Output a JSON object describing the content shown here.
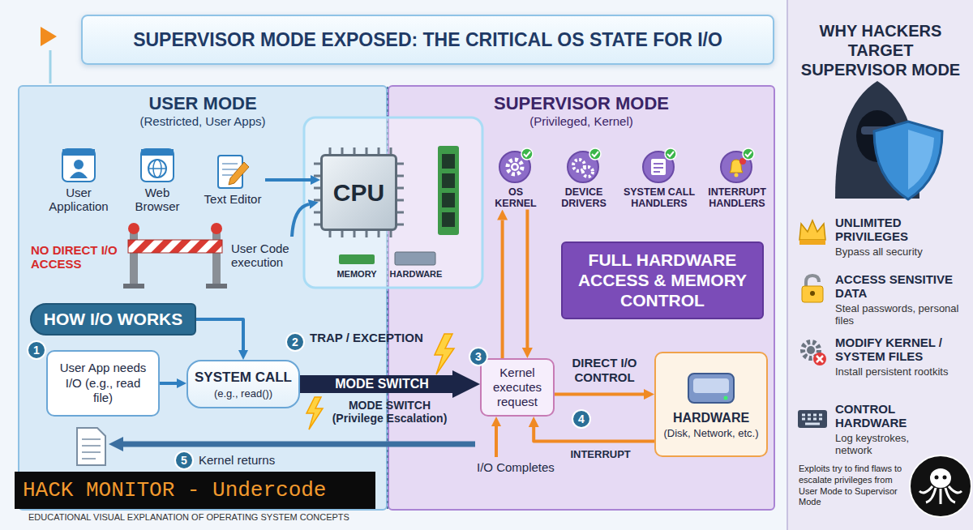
{
  "diagram": {
    "title": "SUPERVISOR MODE EXPOSED: THE CRITICAL OS STATE FOR I/O",
    "caption": "EDUCATIONAL VISUAL EXPLANATION OF OPERATING SYSTEM CONCEPTS",
    "nodes": [
      {
        "text": [
          "USER MODE",
          "(Restricted, User Apps)"
        ]
      },
      {
        "text": [
          "SUPERVISOR MODE",
          "(Privileged, Kernel)"
        ]
      },
      {
        "text": [
          "User Application"
        ],
        "in": 0
      },
      {
        "text": [
          "Web Browser"
        ],
        "in": 0
      },
      {
        "text": [
          "Text Editor"
        ],
        "in": 0
      },
      {
        "text": [
          "CPU"
        ]
      },
      {
        "text": [
          "HOW I/O WORKS"
        ],
        "in": 0
      },
      {
        "text": [
          "User App needs I/O (e.g., read file)"
        ],
        "in": 0
      },
      {
        "text": [
          "SYSTEM CALL",
          "(e.g., read())"
        ],
        "in": 0
      },
      {
        "text": [
          "OS KERNEL"
        ],
        "in": 1
      },
      {
        "text": [
          "DEVICE DRIVERS"
        ],
        "in": 1
      },
      {
        "text": [
          "SYSTEM CALL HANDLERS"
        ],
        "in": 1
      },
      {
        "text": [
          "INTERRUPT HANDLERS"
        ],
        "in": 1
      },
      {
        "text": [
          "FULL HARDWARE ACCESS & MEMORY CONTROL"
        ],
        "in": 1
      },
      {
        "text": [
          "Kernel executes request"
        ],
        "in": 1
      },
      {
        "text": [
          "HARDWARE",
          "(Disk, Network, etc.)"
        ],
        "in": 1
      },
      {
        "text": [
          "WHY HACKERS TARGET SUPERVISOR MODE"
        ]
      },
      {
        "text": [
          "UNLIMITED PRIVILEGES",
          "Bypass all security"
        ],
        "in": 16
      },
      {
        "text": [
          "ACCESS SENSITIVE DATA",
          "Steal passwords, personal files"
        ],
        "in": 16
      },
      {
        "text": [
          "MODIFY KERNEL / SYSTEM FILES",
          "Install persistent rootkits"
        ],
        "in": 16
      },
      {
        "text": [
          "CONTROL HARDWARE",
          "Log keystrokes, network"
        ],
        "in": 16
      }
    ],
    "edges": [
      {
        "from": 4,
        "to": 5,
        "arrow": "to"
      },
      {
        "from": 6,
        "to": 8,
        "arrow": "to"
      },
      {
        "from": 7,
        "to": 8,
        "arrow": "to"
      },
      {
        "from": 8,
        "to": 14,
        "label": "MODE SWITCH",
        "arrow": "to"
      },
      {
        "from": 14,
        "to": 15,
        "label": "DIRECT I/O CONTROL",
        "arrow": "to"
      },
      {
        "from": 15,
        "to": 14,
        "label": "INTERRUPT",
        "arrow": "to"
      },
      {
        "from": 14,
        "to": 9,
        "arrow": "to"
      },
      {
        "from": 9,
        "to": 14,
        "arrow": "to"
      }
    ],
    "labels": [
      "NO DIRECT I/O ACCESS",
      "User Code execution",
      "MEMORY",
      "HARDWARE",
      "1",
      "2",
      "TRAP / EXCEPTION",
      "MODE SWITCH (Privilege Escalation)",
      "3",
      "4",
      "I/O Completes",
      "5",
      "Kernel returns",
      "HACK MONITOR - Undercode",
      "Exploits try to find flaws to escalate privileges from User Mode to Supervisor Mode"
    ]
  }
}
